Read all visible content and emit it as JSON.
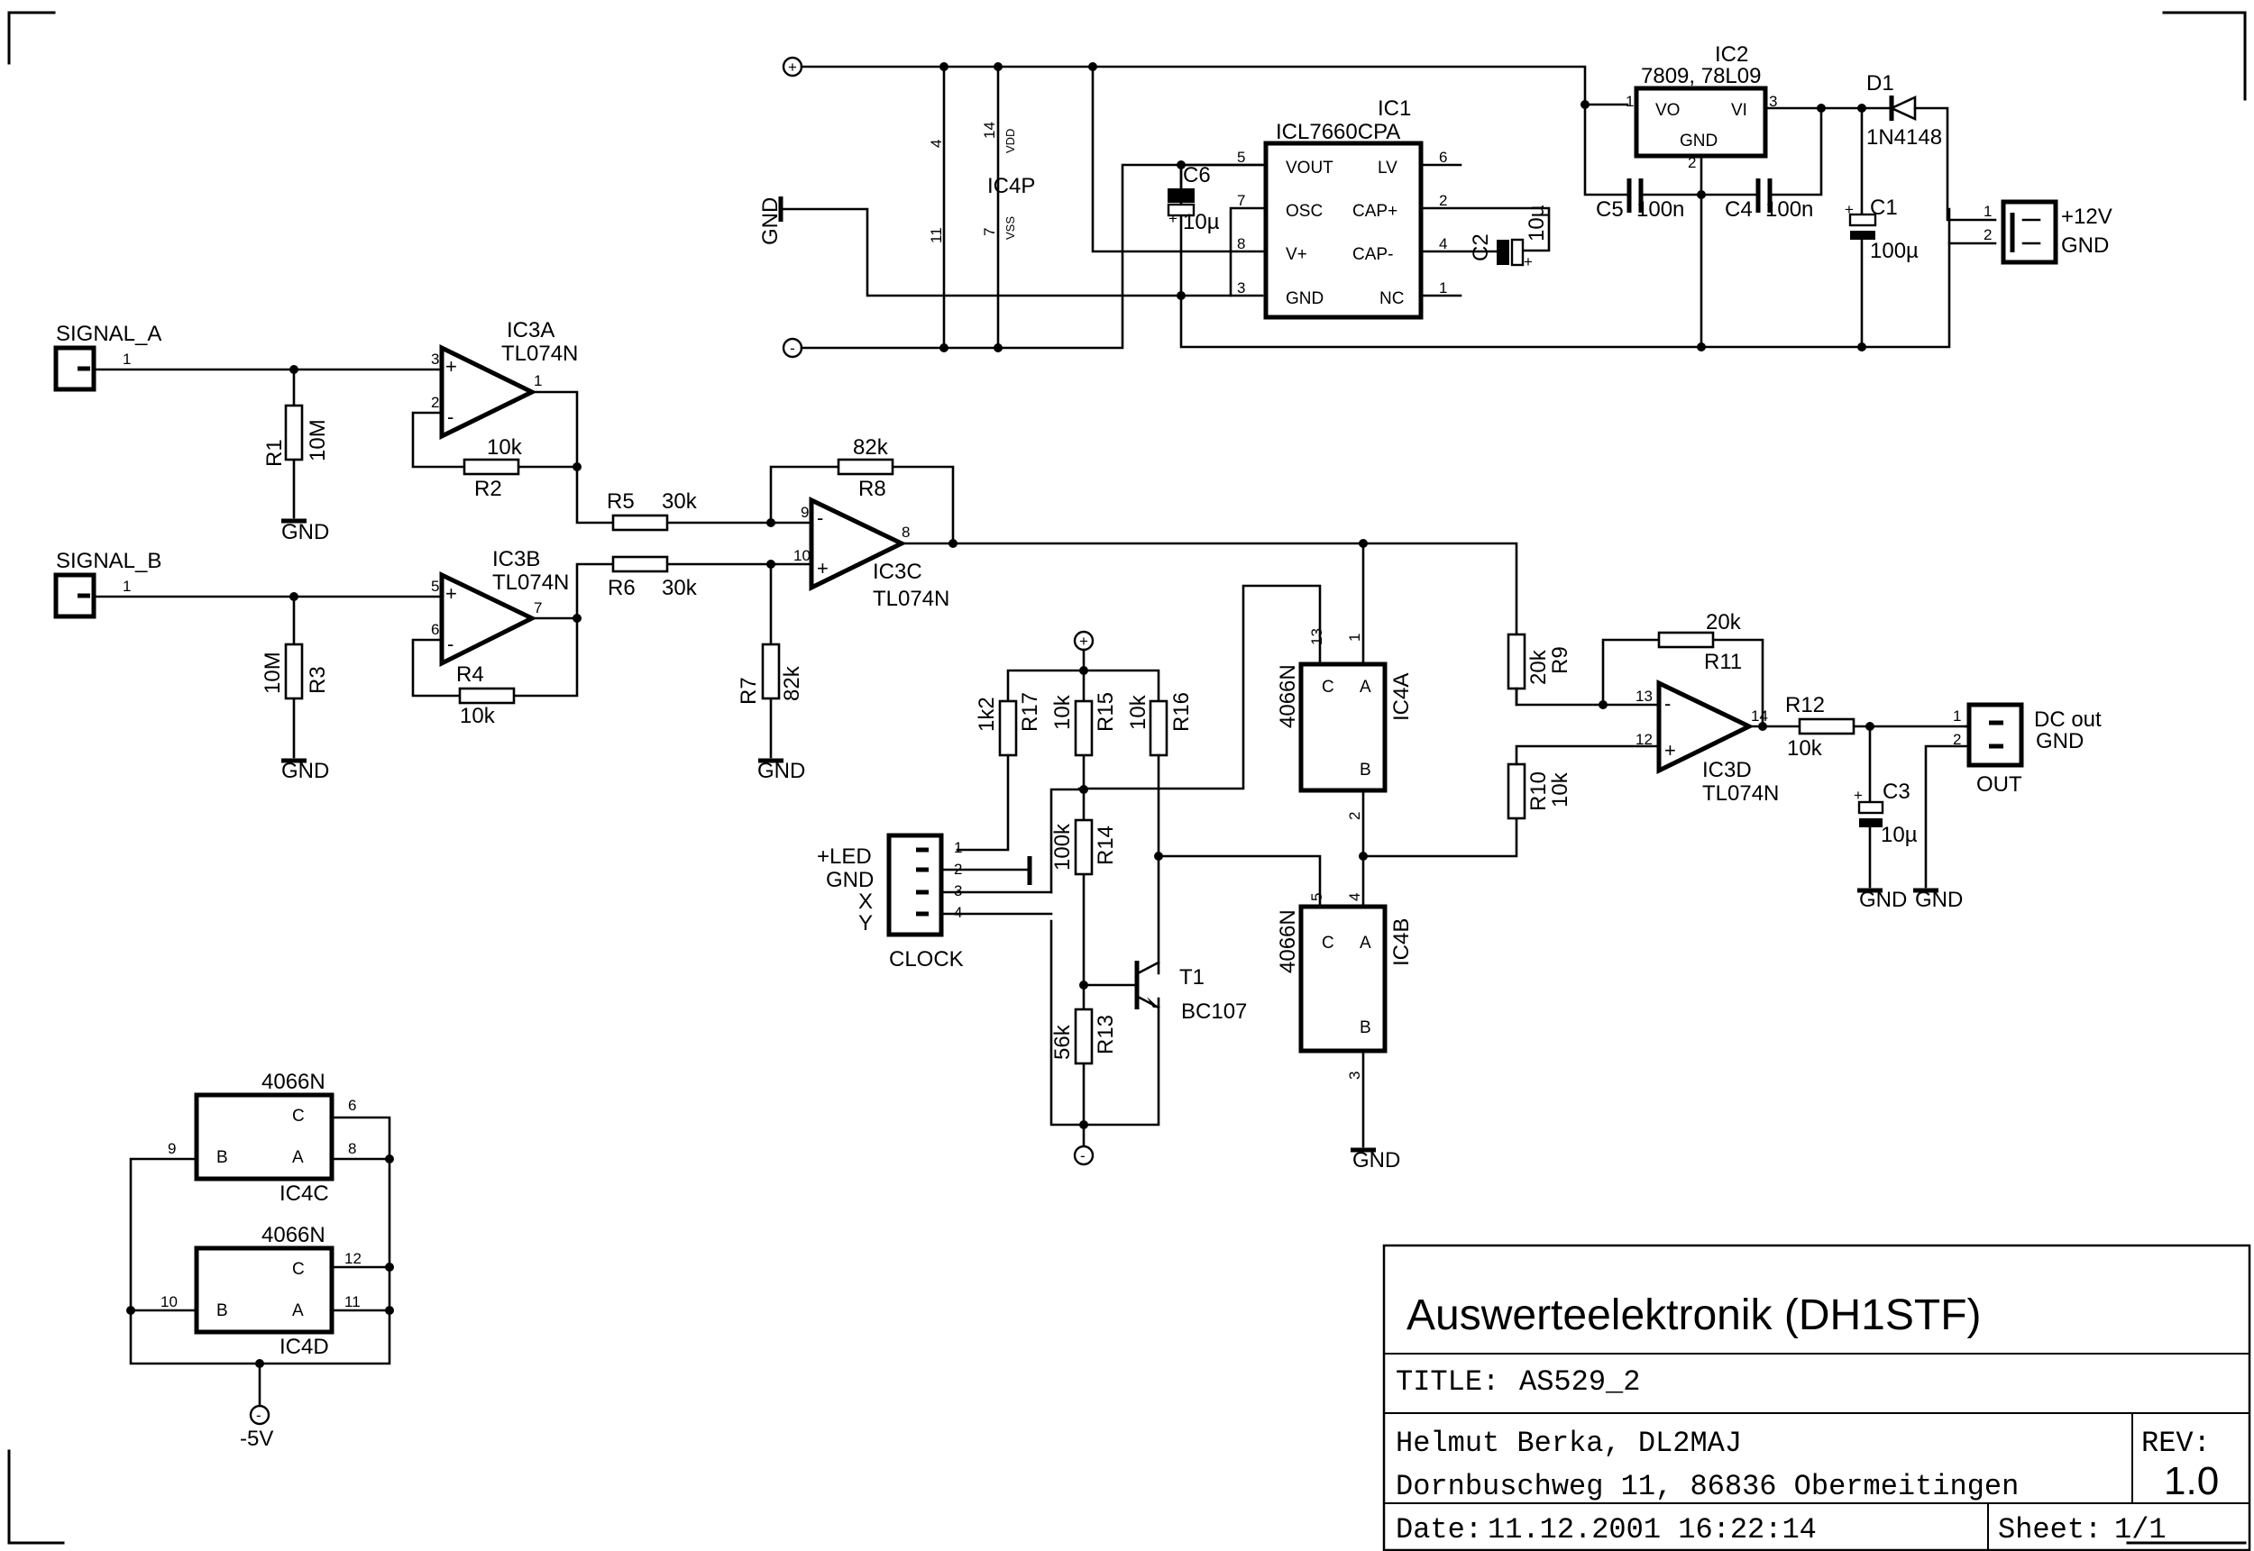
{
  "title_block": {
    "project": "Auswerteelektronik (DH1STF)",
    "title_label": "TITLE:",
    "title_value": "AS529_2",
    "author": "Helmut Berka, DL2MAJ",
    "address": "Dornbuschweg 11, 86836 Obermeitingen",
    "rev_label": "REV:",
    "rev_value": "1.0",
    "date_label": "Date:",
    "date_value": "11.12.2001 16:22:14",
    "sheet_label": "Sheet:",
    "sheet_value": "1/1"
  },
  "inputs": {
    "a": {
      "name": "SIGNAL_A",
      "pin": "1"
    },
    "b": {
      "name": "SIGNAL_B",
      "pin": "1"
    }
  },
  "resistors": {
    "r1": {
      "ref": "R1",
      "value": "10M"
    },
    "r2": {
      "ref": "R2",
      "value": "10k"
    },
    "r3": {
      "ref": "R3",
      "value": "10M"
    },
    "r4": {
      "ref": "R4",
      "value": "10k"
    },
    "r5": {
      "ref": "R5",
      "value": "30k"
    },
    "r6": {
      "ref": "R6",
      "value": "30k"
    },
    "r7": {
      "ref": "R7",
      "value": "82k"
    },
    "r8": {
      "ref": "R8",
      "value": "82k"
    },
    "r9": {
      "ref": "R9",
      "value": "20k"
    },
    "r10": {
      "ref": "R10",
      "value": "10k"
    },
    "r11": {
      "ref": "R11",
      "value": "20k"
    },
    "r12": {
      "ref": "R12",
      "value": "10k"
    },
    "r13": {
      "ref": "R13",
      "value": "56k"
    },
    "r14": {
      "ref": "R14",
      "value": "100k"
    },
    "r15": {
      "ref": "R15",
      "value": "10k"
    },
    "r16": {
      "ref": "R16",
      "value": "10k"
    },
    "r17": {
      "ref": "R17",
      "value": "1k2"
    }
  },
  "opamps": {
    "ic3a": {
      "ref": "IC3A",
      "part": "TL074N",
      "pins": [
        "3",
        "2",
        "1"
      ]
    },
    "ic3b": {
      "ref": "IC3B",
      "part": "TL074N",
      "pins": [
        "5",
        "6",
        "7"
      ]
    },
    "ic3c": {
      "ref": "IC3C",
      "part": "TL074N",
      "pins": [
        "9",
        "10",
        "8"
      ]
    },
    "ic3d": {
      "ref": "IC3D",
      "part": "TL074N",
      "pins": [
        "13",
        "12",
        "14"
      ]
    },
    "plus": "+",
    "minus": "-"
  },
  "switches": {
    "part": "4066N",
    "pin_c": "C",
    "pin_a": "A",
    "pin_b": "B",
    "ic4a": {
      "ref": "IC4A",
      "c": "13",
      "a": "1",
      "b": "2"
    },
    "ic4b": {
      "ref": "IC4B",
      "c": "5",
      "a": "4",
      "b": "3"
    },
    "ic4c": {
      "ref": "IC4C",
      "c": "6",
      "a": "8",
      "b": "9"
    },
    "ic4d": {
      "ref": "IC4D",
      "c": "12",
      "a": "11",
      "b": "10"
    }
  },
  "ic4p": {
    "ref": "IC4P",
    "vdd": "VDD",
    "vss": "VSS",
    "pins": [
      "4",
      "14",
      "11",
      "7"
    ]
  },
  "ic1": {
    "ref": "IC1",
    "part": "ICL7660CPA",
    "left": [
      {
        "name": "VOUT",
        "pin": "5"
      },
      {
        "name": "OSC",
        "pin": "7"
      },
      {
        "name": "V+",
        "pin": "8"
      },
      {
        "name": "GND",
        "pin": "3"
      }
    ],
    "right": [
      {
        "name": "LV",
        "pin": "6"
      },
      {
        "name": "CAP+",
        "pin": "2"
      },
      {
        "name": "CAP-",
        "pin": "4"
      },
      {
        "name": "NC",
        "pin": "1"
      }
    ]
  },
  "ic2": {
    "ref": "IC2",
    "part": "7809, 78L09",
    "vo": "VO",
    "vi": "VI",
    "gnd": "GND",
    "pins": [
      "1",
      "3",
      "2"
    ]
  },
  "diode": {
    "ref": "D1",
    "part": "1N4148"
  },
  "caps": {
    "c1": {
      "ref": "C1",
      "value": "100µ"
    },
    "c2": {
      "ref": "C2",
      "value": "10µ"
    },
    "c3": {
      "ref": "C3",
      "value": "10µ"
    },
    "c4": {
      "ref": "C4",
      "value": "100n"
    },
    "c5": {
      "ref": "C5",
      "value": "100n"
    },
    "c6": {
      "ref": "C6",
      "value": "10µ"
    },
    "pol": "+"
  },
  "transistor": {
    "ref": "T1",
    "part": "BC107"
  },
  "connectors": {
    "power": {
      "pins": [
        "1",
        "2"
      ],
      "labels": [
        "+12V",
        "GND"
      ]
    },
    "out": {
      "name": "OUT",
      "pins": [
        "1",
        "2"
      ],
      "labels": [
        "DC out",
        "GND"
      ]
    },
    "clock": {
      "name": "CLOCK",
      "pins": [
        "1",
        "2",
        "3",
        "4"
      ],
      "labels": [
        "+LED",
        "GND",
        "X",
        "Y"
      ]
    }
  },
  "supplies": {
    "gnd": "GND",
    "neg5": "-5V"
  }
}
